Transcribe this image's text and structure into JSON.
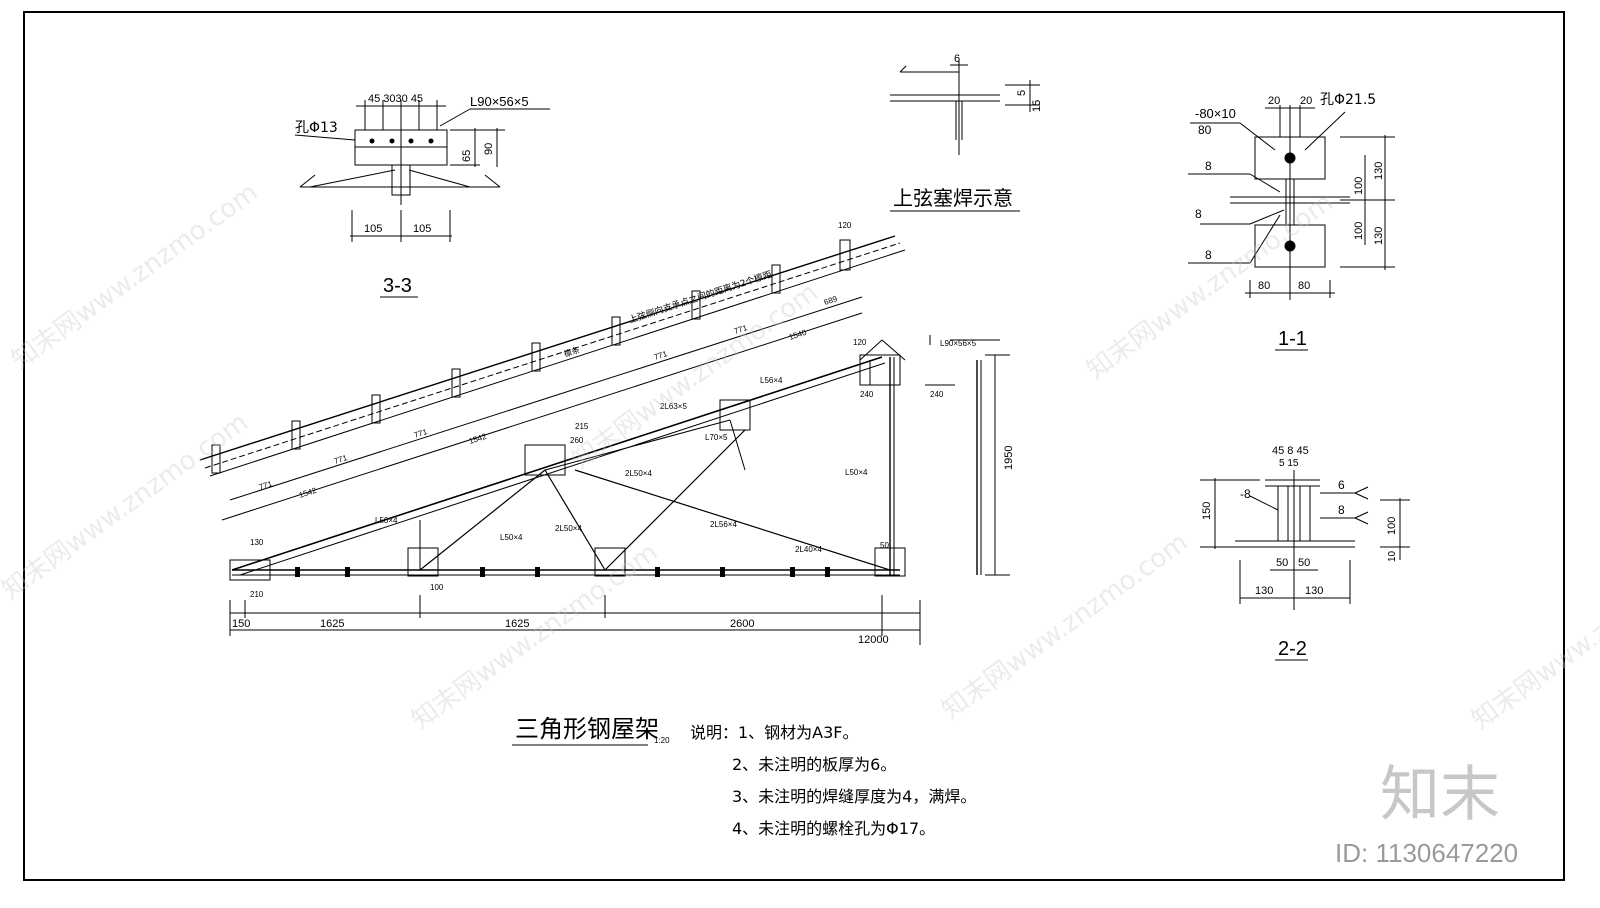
{
  "drawing": {
    "main_title": "三角形钢屋架",
    "main_title_scale": "1:20",
    "notes_heading": "说明：1、钢材为A3F。",
    "notes": [
      "2、未注明的板厚为6。",
      "3、未注明的焊缝厚度为4，满焊。",
      "4、未注明的螺栓孔为Φ17。"
    ],
    "top_chord_note": "上弦侧向支承点之间的距离为2个檩距",
    "purlin_label": "檩条",
    "bottom_dims": [
      "150",
      "1625",
      "1625",
      "2600"
    ],
    "total_span": "12000",
    "height_dim": "1950",
    "purlin_spacings": [
      "771",
      "771",
      "771",
      "771",
      "771",
      "689"
    ],
    "chord_segments": [
      "1542",
      "1542",
      "1540"
    ],
    "member_labels": [
      "L90×56×5",
      "L50×4",
      "L50×4",
      "2L50×4",
      "2L56×4",
      "2L63×5",
      "L56×4",
      "2L40×4",
      "L50×4",
      "L70×5",
      "2L50×4"
    ],
    "node_dims": [
      "120",
      "120",
      "240",
      "240",
      "215",
      "260",
      "50",
      "100",
      "210",
      "130"
    ]
  },
  "section_3_3": {
    "label": "3-3",
    "hole": "孔Φ13",
    "angle": "L90×56×5",
    "dims_top": "45 3030 45",
    "dim_65": "65",
    "dim_90": "90",
    "dim_105_left": "105",
    "dim_105_right": "105"
  },
  "weld_detail": {
    "title": "上弦塞焊示意",
    "dim_6": "6",
    "dim_5": "5",
    "dim_15": "15"
  },
  "section_1_1": {
    "label": "1-1",
    "plate": "-80×10",
    "plate_sub": "80",
    "hole": "孔Φ21.5",
    "dim_20a": "20",
    "dim_20b": "20",
    "weld_top": "8",
    "weld_mid": "8",
    "weld_bot": "8",
    "dim_100a": "100",
    "dim_100b": "100",
    "dim_130a": "130",
    "dim_130b": "130",
    "dim_80a": "80",
    "dim_80b": "80"
  },
  "section_2_2": {
    "label": "2-2",
    "dims_top": "45 8 45",
    "dims_top2": "5 15",
    "plate": "-8",
    "weld_6": "6",
    "weld_8": "8",
    "dim_150": "150",
    "dim_100": "100",
    "dim_10": "10",
    "dim_50a": "50",
    "dim_50b": "50",
    "dim_130a": "130",
    "dim_130b": "130"
  },
  "watermark": {
    "text": "知末网www.znzmo.com",
    "brand": "知末",
    "id": "ID: 1130647220"
  }
}
